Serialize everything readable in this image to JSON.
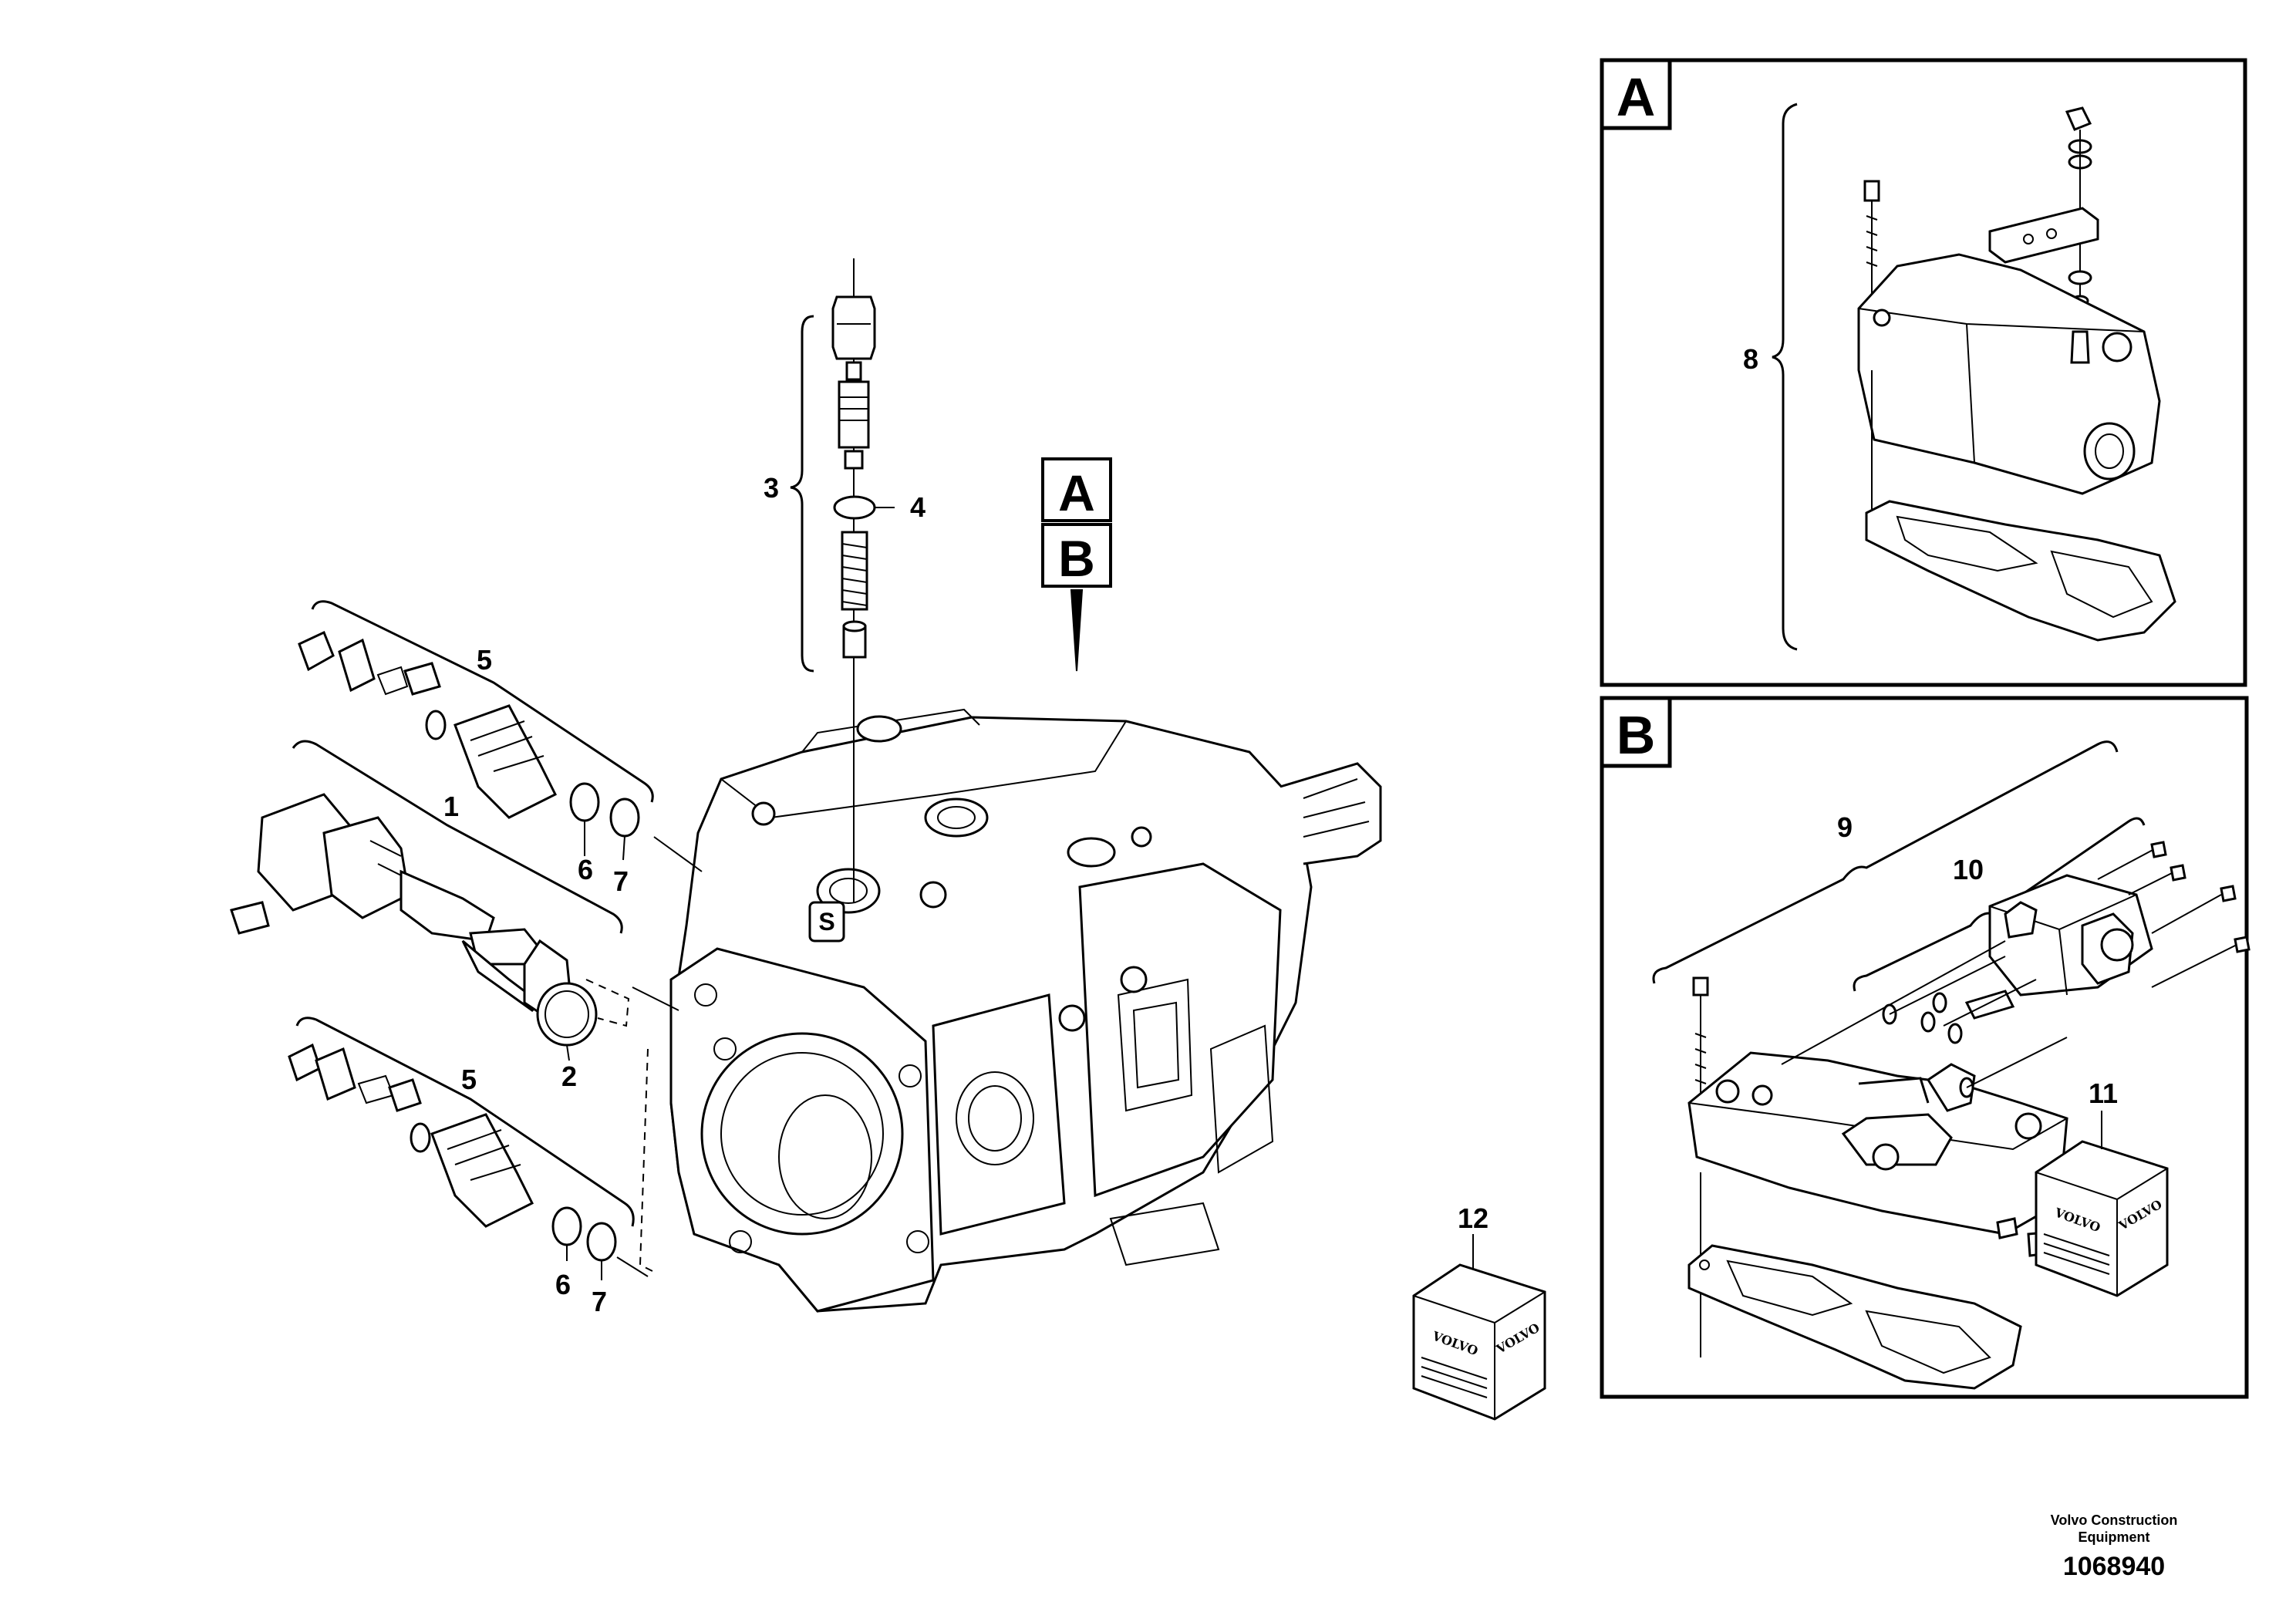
{
  "callouts": {
    "c1": "1",
    "c2": "2",
    "c3": "3",
    "c4": "4",
    "c5a": "5",
    "c5b": "5",
    "c6a": "6",
    "c6b": "6",
    "c7a": "7",
    "c7b": "7",
    "c8": "8",
    "c9": "9",
    "c10": "10",
    "c11": "11",
    "c12": "12"
  },
  "view_labels": {
    "a": "A",
    "b": "B"
  },
  "detail_panels": {
    "a_title": "A",
    "b_title": "B"
  },
  "packages": {
    "brand": "VOLVO"
  },
  "footer": {
    "company_line1": "Volvo Construction",
    "company_line2": "Equipment",
    "document_number": "1068940"
  }
}
